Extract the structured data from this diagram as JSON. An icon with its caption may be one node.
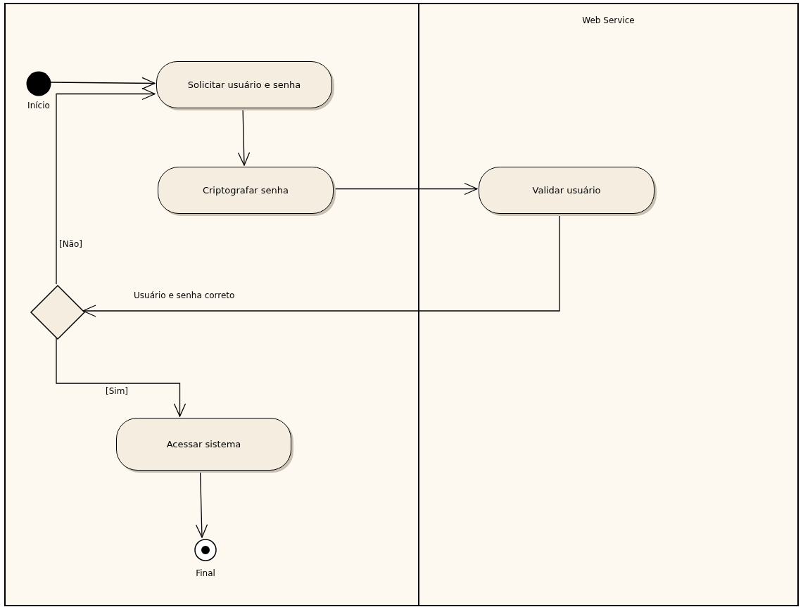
{
  "diagram": {
    "nodes": [
      {
        "text": [],
        "shape": "box"
      },
      {
        "text": [
          "Web Service"
        ]
      },
      {
        "text": [],
        "shape": "circle",
        "in": 0,
        "beside": [
          "Início"
        ]
      },
      {
        "text": [
          "Solicitar usuário e senha"
        ],
        "in": 0
      },
      {
        "text": [
          "Criptografar senha"
        ],
        "in": 0
      },
      {
        "text": [
          "Validar usuário"
        ],
        "in": 1
      },
      {
        "text": [],
        "shape": "diamond",
        "in": 0
      },
      {
        "text": [
          "Acessar sistema"
        ],
        "in": 0
      },
      {
        "text": [],
        "shape": "circle",
        "in": 0,
        "beside": [
          "Final"
        ]
      }
    ],
    "edges": [
      {
        "from": 2,
        "to": 3,
        "arrow": "to"
      },
      {
        "from": 3,
        "to": 4,
        "arrow": "to"
      },
      {
        "from": 4,
        "to": 5,
        "arrow": "to"
      },
      {
        "from": 5,
        "to": 6,
        "arrow": "to",
        "label": "Usuário e senha correto"
      },
      {
        "from": 6,
        "to": 3,
        "arrow": "to",
        "label": "[Não]"
      },
      {
        "from": 6,
        "to": 7,
        "arrow": "to",
        "label": "[Sim]"
      },
      {
        "from": 7,
        "to": 8,
        "arrow": "to"
      }
    ]
  }
}
